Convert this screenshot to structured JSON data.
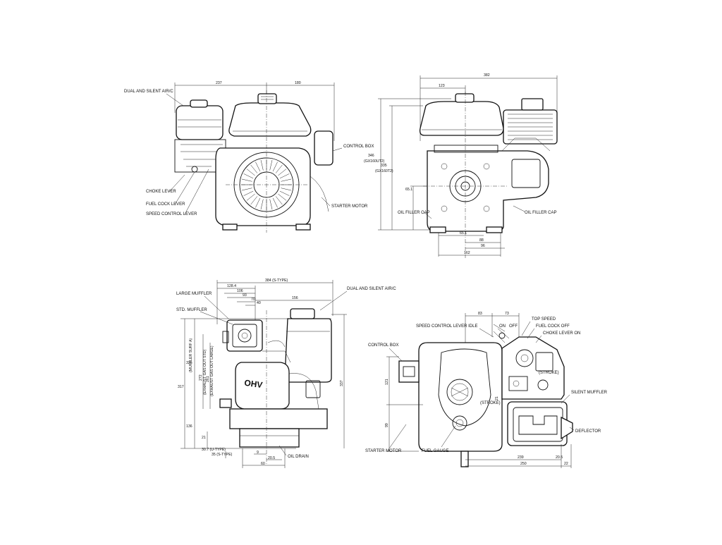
{
  "front_view": {
    "labels": {
      "air_cleaner": "DUAL AND SILENT AIR/C",
      "control_box": "CONTROL BOX",
      "choke_lever": "CHOKE LEVER",
      "fuel_cock_lever": "FUEL COCK LEVER",
      "speed_control_lever": "SPEED CONTROL LEVER",
      "starter_motor": "STARTER MOTOR"
    },
    "dims": {
      "left": "237",
      "right": "180"
    }
  },
  "side_view": {
    "labels": {
      "oil_filler_cap_left": "OIL FILLER CAP",
      "oil_filler_cap_right": "OIL FILLER CAP"
    },
    "dims": {
      "overall": "382",
      "top_left": "123",
      "height_a": "346",
      "height_a_note": "(GX160UT2)",
      "height_b": "335",
      "height_b_note": "(GX160T2)",
      "shaft_height": "65.1",
      "bottom_1": "65.1",
      "bottom_2": "88",
      "bottom_3": "96",
      "bottom_4": "162"
    }
  },
  "rear_view": {
    "labels": {
      "large_muffler": "LARGE MUFFLER",
      "std_muffler": "STD. MUFFLER",
      "air_cleaner": "DUAL AND SILENT AIR/C",
      "oil_drain": "OIL DRAIN",
      "ohv": "OHV"
    },
    "dims": {
      "top_overall": "384 (S-TYPE)",
      "d1": "128.4",
      "d2": "106",
      "d3": "93",
      "d4": "70",
      "d5": "40",
      "d6": "156",
      "height_317": "317",
      "height_337": "337",
      "height_326": "326",
      "note_muffler": "(MUFFLER SURF A)",
      "height_272": "272",
      "note_exhaust_std": "(EXHAUST GAS OUT STD)",
      "height_261": "261",
      "note_exhaust_large": "(EXHAUST GAS OUT LARGE)",
      "height_136": "136",
      "height_21": "21",
      "note_u_type": "30.7 (U-TYPE)",
      "note_s_type": "35 (S-TYPE)",
      "b_9": "9",
      "b_20_5": "20.5",
      "b_60": "60"
    }
  },
  "top_view": {
    "labels": {
      "speed_control_lever_idle": "SPEED CONTROL LEVER IDLE",
      "on": "ON",
      "off": "OFF",
      "top_speed": "TOP SPEED",
      "fuel_cock_off": "FUEL COCK OFF",
      "choke_lever_on": "CHOKE LEVER ON",
      "control_box": "CONTROL BOX",
      "stroke_1": "(STROKE)",
      "stroke_2": "(STROKE)",
      "silent_muffler": "SILENT MUFFLER",
      "deflector": "DEFLECTOR",
      "starter_motor": "STARTER MOTOR",
      "fuel_gauge": "FUEL GAUGE"
    },
    "dims": {
      "t_83": "83",
      "t_73": "73",
      "v_121": "121",
      "v_99": "99",
      "b_239": "239",
      "b_250": "250",
      "b_20_5": "20.5",
      "b_22": "22",
      "s_21": "21"
    }
  }
}
